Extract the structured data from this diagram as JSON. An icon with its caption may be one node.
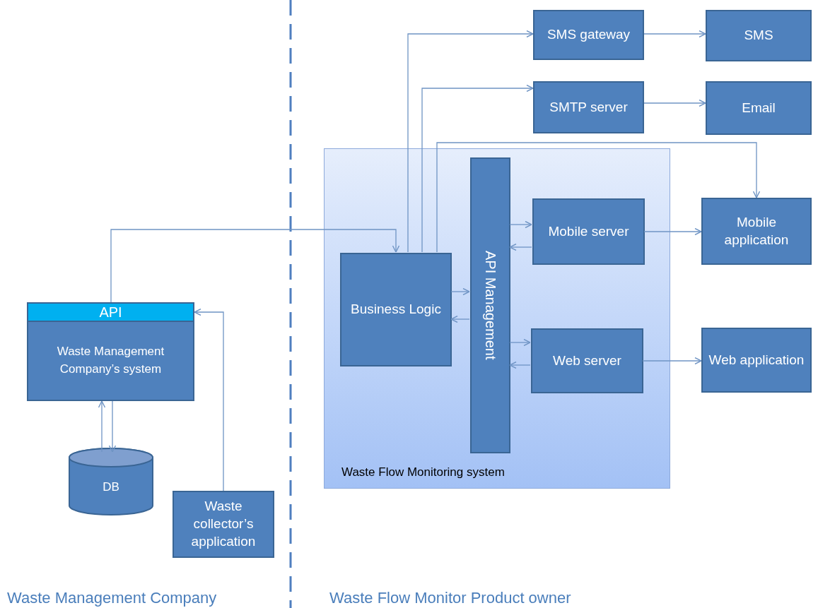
{
  "diagram": {
    "nodes": [
      {
        "text": [
          "API",
          "Waste Management Company’s system"
        ]
      },
      {
        "text": [
          "DB"
        ]
      },
      {
        "text": [
          "Waste collector’s application"
        ]
      },
      {
        "text": [
          "Waste Flow Monitoring system"
        ]
      },
      {
        "text": [
          "Business Logic"
        ],
        "in": 3
      },
      {
        "text": [
          "API Management"
        ],
        "in": 3
      },
      {
        "text": [
          "Mobile server"
        ],
        "in": 3
      },
      {
        "text": [
          "Web server"
        ],
        "in": 3
      },
      {
        "text": [
          "SMS gateway"
        ]
      },
      {
        "text": [
          "SMS"
        ]
      },
      {
        "text": [
          "SMTP server"
        ]
      },
      {
        "text": [
          "Email"
        ]
      },
      {
        "text": [
          "Mobile application"
        ]
      },
      {
        "text": [
          "Web application"
        ]
      }
    ],
    "edges": [
      {
        "from": 0,
        "to": 4,
        "arrow": "to"
      },
      {
        "from": 1,
        "to": 0,
        "arrow": "to"
      },
      {
        "from": 0,
        "to": 1,
        "arrow": "to"
      },
      {
        "from": 2,
        "to": 0,
        "arrow": "to"
      },
      {
        "from": 4,
        "to": 8,
        "arrow": "to"
      },
      {
        "from": 4,
        "to": 10,
        "arrow": "to"
      },
      {
        "from": 4,
        "to": 12,
        "arrow": "to"
      },
      {
        "from": 8,
        "to": 9,
        "arrow": "to"
      },
      {
        "from": 10,
        "to": 11,
        "arrow": "to"
      },
      {
        "from": 4,
        "to": 5,
        "arrow": "to"
      },
      {
        "from": 5,
        "to": 4,
        "arrow": "to"
      },
      {
        "from": 5,
        "to": 6,
        "arrow": "to"
      },
      {
        "from": 6,
        "to": 5,
        "arrow": "to"
      },
      {
        "from": 5,
        "to": 7,
        "arrow": "to"
      },
      {
        "from": 7,
        "to": 5,
        "arrow": "to"
      },
      {
        "from": 6,
        "to": 12,
        "arrow": "to"
      },
      {
        "from": 7,
        "to": 13,
        "arrow": "to"
      }
    ],
    "labels": [
      "Waste Management Company",
      "Waste Flow Monitor Product owner"
    ]
  }
}
